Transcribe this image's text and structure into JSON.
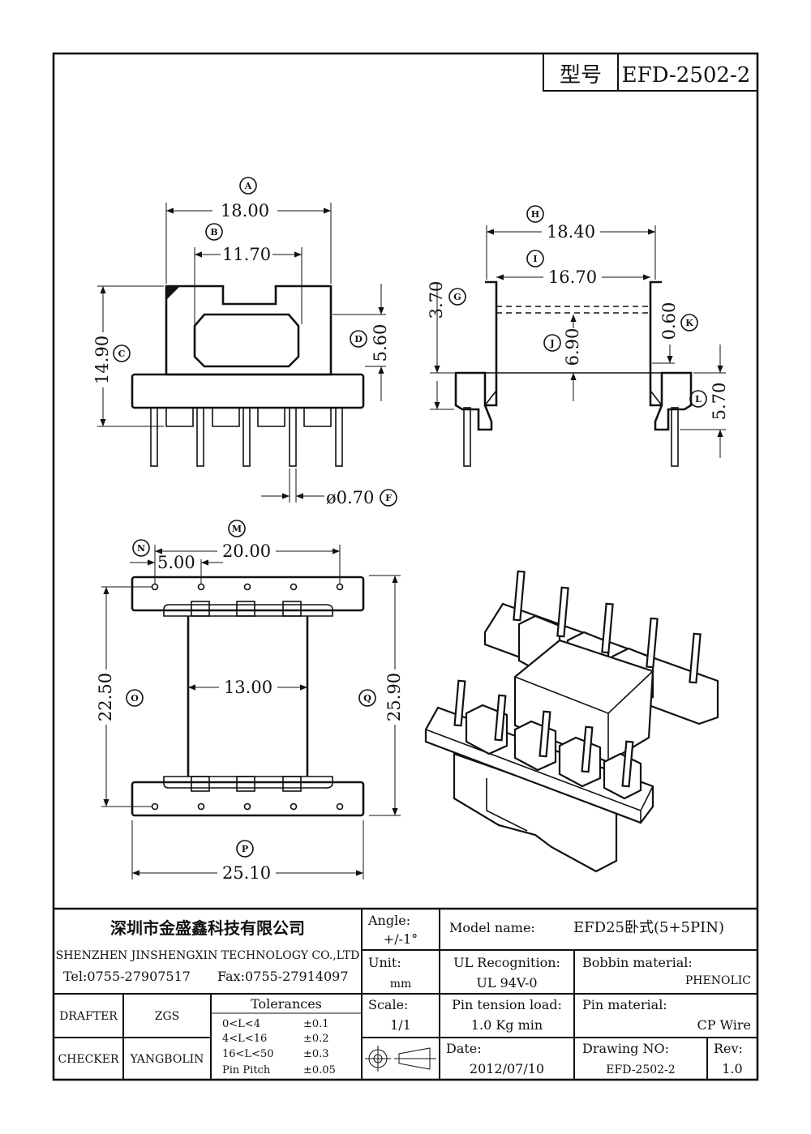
{
  "header": {
    "type_label": "型号",
    "model_code": "EFD-2502-2"
  },
  "dimensions": {
    "A": {
      "letter": "A",
      "value": "18.00"
    },
    "B": {
      "letter": "B",
      "value": "11.70"
    },
    "C": {
      "letter": "C",
      "value": "14.90"
    },
    "D": {
      "letter": "D",
      "value": "5.60"
    },
    "F": {
      "letter": "F",
      "value": "ø0.70"
    },
    "G": {
      "letter": "G",
      "value": "3.70"
    },
    "H": {
      "letter": "H",
      "value": "18.40"
    },
    "I": {
      "letter": "I",
      "value": "16.70"
    },
    "J": {
      "letter": "J",
      "value": "6.90"
    },
    "K": {
      "letter": "K",
      "value": "0.60"
    },
    "L": {
      "letter": "L",
      "value": "5.70"
    },
    "M": {
      "letter": "M",
      "value": "20.00"
    },
    "N": {
      "letter": "N",
      "value": "5.00"
    },
    "O": {
      "letter": "O",
      "value": "22.50"
    },
    "P": {
      "letter": "P",
      "value": "25.10"
    },
    "Q": {
      "letter": "Q",
      "value": "25.90"
    },
    "inner": {
      "value": "13.00"
    }
  },
  "company": {
    "name_cn": "深圳市金盛鑫科技有限公司",
    "name_en": "SHENZHEN JINSHENGXIN TECHNOLOGY CO.,LTD",
    "tel": "Tel:0755-27907517",
    "fax": "Fax:0755-27914097"
  },
  "title_block": {
    "angle_label": "Angle:",
    "angle_value": "+/-1°",
    "model_label": "Model name:",
    "model_value": "EFD25卧式(5+5PIN)",
    "unit_label": "Unit:",
    "unit_value": "mm",
    "ul_label": "UL Recognition:",
    "ul_value": "UL 94V-0",
    "bobbin_label": "Bobbin material:",
    "bobbin_value": "PHENOLIC",
    "scale_label": "Scale:",
    "scale_value": "1/1",
    "pin_tension_label": "Pin tension load:",
    "pin_tension_value": "1.0 Kg min",
    "pin_material_label": "Pin material:",
    "pin_material_value": "CP Wire",
    "date_label": "Date:",
    "date_value": "2012/07/10",
    "drawing_no_label": "Drawing NO:",
    "drawing_no_value": "EFD-2502-2",
    "rev_label": "Rev:",
    "rev_value": "1.0",
    "drafter_label": "DRAFTER",
    "drafter_value": "ZGS",
    "checker_label": "CHECKER",
    "checker_value": "YANGBOLIN",
    "tolerances_title": "Tolerances",
    "tolerances": [
      {
        "range": "0<L<4",
        "value": "±0.1"
      },
      {
        "range": "4<L<16",
        "value": "±0.2"
      },
      {
        "range": "16<L<50",
        "value": "±0.3"
      },
      {
        "range": "Pin Pitch",
        "value": "±0.05"
      }
    ]
  }
}
